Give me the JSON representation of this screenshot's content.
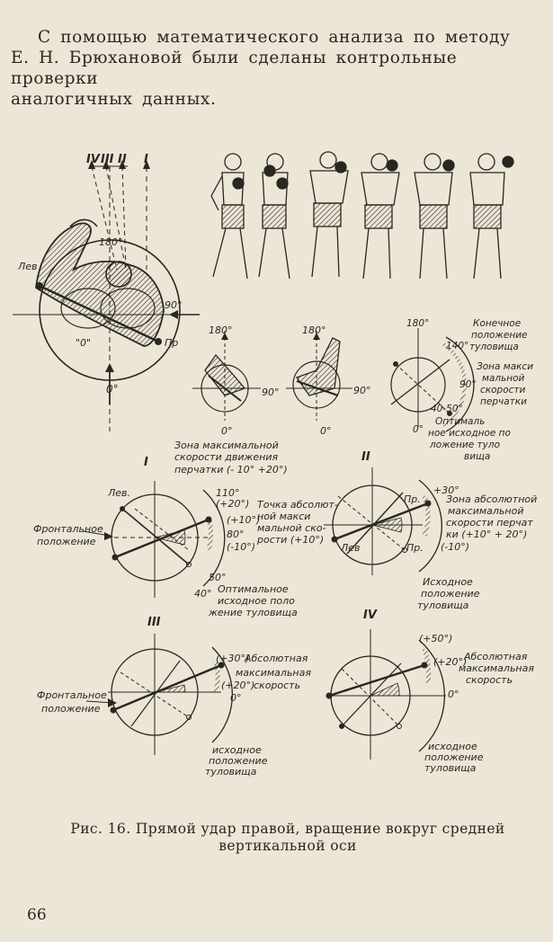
{
  "paragraph": {
    "line1": "С помощью математического анализа по методу",
    "line2": "Е. Н. Брюхановой были сделаны контрольные проверки",
    "line3": "аналогичных данных."
  },
  "figure": {
    "top": {
      "roman_labels": [
        "IV",
        "III",
        "II",
        "I"
      ],
      "angle_180": "180°",
      "left_label": "Лев",
      "right_label": "Пр",
      "angle_90": "90°",
      "zero_quoted": "\"0\"",
      "angle_0": "0°"
    },
    "small": {
      "a_180": "180°",
      "a_90": "90°",
      "a_0": "0°",
      "b_180": "180°",
      "b_90": "90°",
      "b_0": "0°",
      "c_180": "180°",
      "c_140": "140°",
      "c_90": "90°",
      "c_0": "0°",
      "c_4050": "40-50°",
      "final_position": [
        "Конечное",
        "положение",
        "туловища"
      ],
      "max_zone": [
        "Зона макси",
        "мальной",
        "скорости",
        "перчатки"
      ],
      "optimal_start": [
        "Оптималь",
        "ное исходное по",
        "ложение туло",
        "вища"
      ]
    },
    "d1": {
      "numeral": "I",
      "zone_title": [
        "Зона максимальной",
        "скорости движения",
        "перчатки (- 10° +20°)"
      ],
      "left_label": "Лев.",
      "frontal": [
        "Фронтальное",
        "положение"
      ],
      "a110": "110°",
      "a20": "(+20°)",
      "a10": "(+10°)",
      "a80": "80°",
      "am10": "(-10°)",
      "a50": "50°",
      "a40": "40°",
      "abs_point": [
        "Точка абсолют-",
        "ной макси",
        "мальной ско-",
        "рости (+10°)"
      ],
      "optimal": [
        "Оптимальное",
        "исходное поло",
        "жение туловища"
      ]
    },
    "d2": {
      "numeral": "II",
      "pr_top": "Пр.",
      "lev": "Лев",
      "pr_bottom": "Пр.",
      "a30": "+30°",
      "am10": "(-10°)",
      "zone": [
        "Зона абсолютной",
        "максимальной",
        "скорости перчат",
        "ки (+10° + 20°)"
      ],
      "start": [
        "Исходное",
        "положение",
        "туловища"
      ]
    },
    "d3": {
      "numeral": "III",
      "a30": "(+30°)",
      "a20": "(+20°)",
      "a0": "0°",
      "abs": [
        "Абсолютная",
        "максимальная",
        "скорость"
      ],
      "frontal": [
        "Фронтальное",
        "положение"
      ],
      "start": [
        "исходное",
        "положение",
        "туловища"
      ]
    },
    "d4": {
      "numeral": "IV",
      "a50": "(+50°)",
      "a20": "(+20°)",
      "a0": "0°",
      "abs": [
        "Абсолютная",
        "максимальная",
        "скорость"
      ],
      "start": [
        "исходное",
        "положение",
        "туловища"
      ]
    }
  },
  "caption": {
    "line1": "Рис. 16. Прямой удар правой, вращение вокруг средней",
    "line2": "вертикальной оси"
  },
  "page_number": "66"
}
